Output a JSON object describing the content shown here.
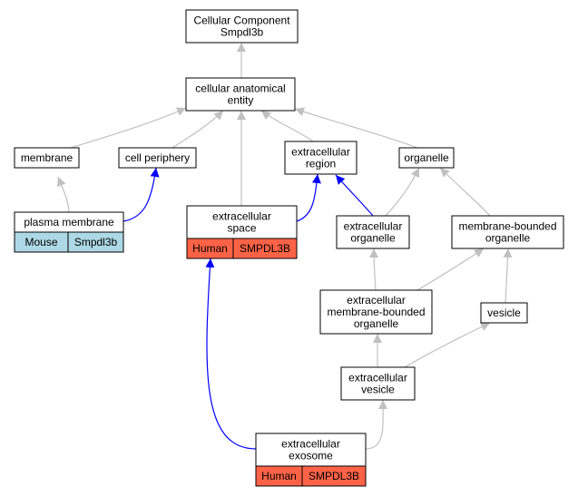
{
  "colors": {
    "node_fill": "#ffffff",
    "node_stroke": "#000000",
    "gray_edge": "#c0c0c0",
    "blue_edge": "#0000ff",
    "human_annotation": "#ff6347",
    "mouse_annotation": "#add8e6"
  },
  "nodes": [
    {
      "id": "cellular_component",
      "lines": [
        "Cellular Component",
        "Smpdl3b"
      ]
    },
    {
      "id": "cellular_anatomical_entity",
      "lines": [
        "cellular anatomical",
        "entity"
      ]
    },
    {
      "id": "membrane",
      "lines": [
        "membrane"
      ]
    },
    {
      "id": "cell_periphery",
      "lines": [
        "cell periphery"
      ]
    },
    {
      "id": "extracellular_region",
      "lines": [
        "extracellular",
        "region"
      ]
    },
    {
      "id": "organelle",
      "lines": [
        "organelle"
      ]
    },
    {
      "id": "plasma_membrane",
      "lines": [
        "plasma membrane"
      ],
      "annotations": [
        {
          "species": "Mouse",
          "gene": "Smpdl3b"
        }
      ]
    },
    {
      "id": "extracellular_space",
      "lines": [
        "extracellular",
        "space"
      ],
      "annotations": [
        {
          "species": "Human",
          "gene": "SMPDL3B"
        }
      ]
    },
    {
      "id": "extracellular_organelle",
      "lines": [
        "extracellular",
        "organelle"
      ]
    },
    {
      "id": "membrane_bounded_organelle",
      "lines": [
        "membrane-bounded",
        "organelle"
      ]
    },
    {
      "id": "extracellular_membrane_bounded_organelle",
      "lines": [
        "extracellular",
        "membrane-bounded",
        "organelle"
      ]
    },
    {
      "id": "vesicle",
      "lines": [
        "vesicle"
      ]
    },
    {
      "id": "extracellular_vesicle",
      "lines": [
        "extracellular",
        "vesicle"
      ]
    },
    {
      "id": "extracellular_exosome",
      "lines": [
        "extracellular",
        "exosome"
      ],
      "annotations": [
        {
          "species": "Human",
          "gene": "SMPDL3B"
        }
      ]
    }
  ],
  "edges": [
    {
      "from": "cellular_anatomical_entity",
      "to": "cellular_component",
      "kind": "is_a"
    },
    {
      "from": "membrane",
      "to": "cellular_anatomical_entity",
      "kind": "is_a"
    },
    {
      "from": "cell_periphery",
      "to": "cellular_anatomical_entity",
      "kind": "is_a"
    },
    {
      "from": "extracellular_space",
      "to": "cellular_anatomical_entity",
      "kind": "is_a"
    },
    {
      "from": "extracellular_region",
      "to": "cellular_anatomical_entity",
      "kind": "is_a"
    },
    {
      "from": "organelle",
      "to": "cellular_anatomical_entity",
      "kind": "is_a"
    },
    {
      "from": "plasma_membrane",
      "to": "membrane",
      "kind": "is_a"
    },
    {
      "from": "plasma_membrane",
      "to": "cell_periphery",
      "kind": "part_of"
    },
    {
      "from": "extracellular_space",
      "to": "extracellular_region",
      "kind": "part_of"
    },
    {
      "from": "extracellular_organelle",
      "to": "extracellular_region",
      "kind": "part_of"
    },
    {
      "from": "extracellular_organelle",
      "to": "organelle",
      "kind": "is_a"
    },
    {
      "from": "membrane_bounded_organelle",
      "to": "organelle",
      "kind": "is_a"
    },
    {
      "from": "extracellular_membrane_bounded_organelle",
      "to": "extracellular_organelle",
      "kind": "is_a"
    },
    {
      "from": "extracellular_membrane_bounded_organelle",
      "to": "membrane_bounded_organelle",
      "kind": "is_a"
    },
    {
      "from": "vesicle",
      "to": "membrane_bounded_organelle",
      "kind": "is_a"
    },
    {
      "from": "extracellular_vesicle",
      "to": "extracellular_membrane_bounded_organelle",
      "kind": "is_a"
    },
    {
      "from": "extracellular_vesicle",
      "to": "vesicle",
      "kind": "is_a"
    },
    {
      "from": "extracellular_exosome",
      "to": "extracellular_space",
      "kind": "part_of"
    },
    {
      "from": "extracellular_exosome",
      "to": "extracellular_vesicle",
      "kind": "is_a"
    }
  ]
}
